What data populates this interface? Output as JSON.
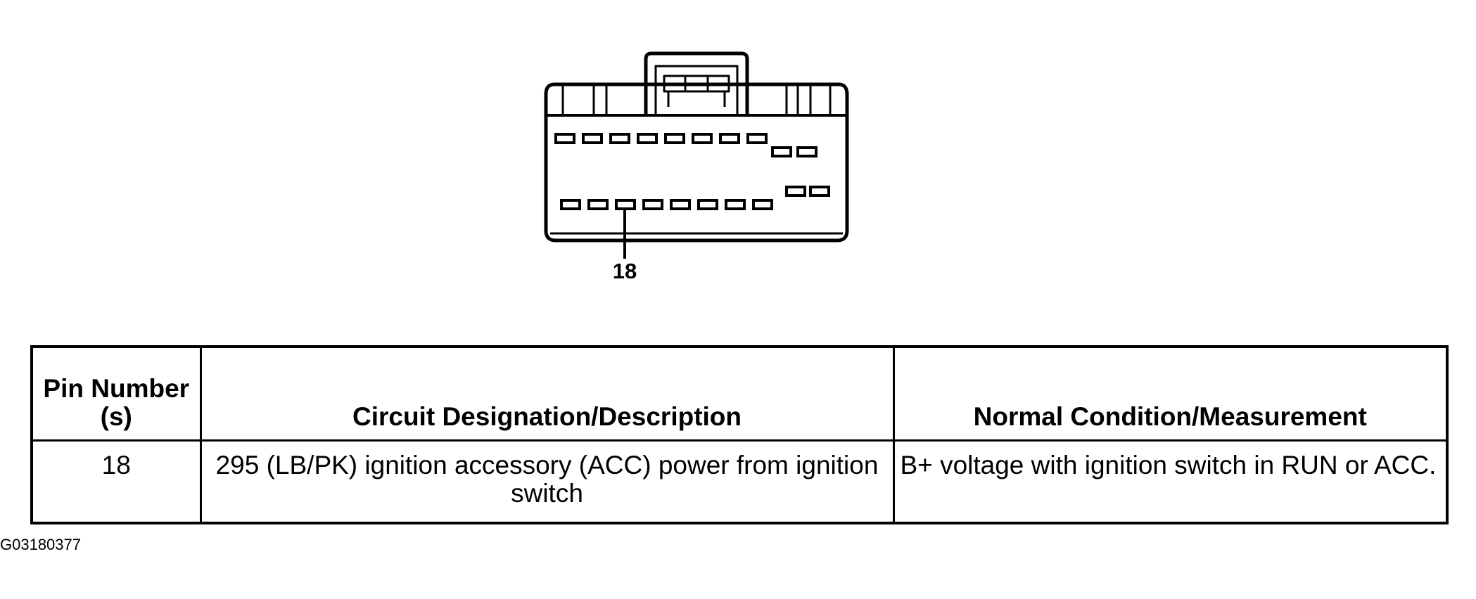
{
  "connector": {
    "pin_callout": "18",
    "top_row_pins": 8,
    "top_right_pins": 2,
    "bottom_row_pins": 8,
    "bottom_right_pins": 2
  },
  "table": {
    "headers": [
      "Pin Number (s)",
      "Circuit Designation/Description",
      "Normal Condition/Measurement"
    ],
    "rows": [
      {
        "pin": "18",
        "description": "295 (LB/PK) ignition accessory (ACC) power from ignition switch",
        "condition": "B+ voltage with ignition switch in RUN or ACC."
      }
    ]
  },
  "figure_id": "G03180377"
}
